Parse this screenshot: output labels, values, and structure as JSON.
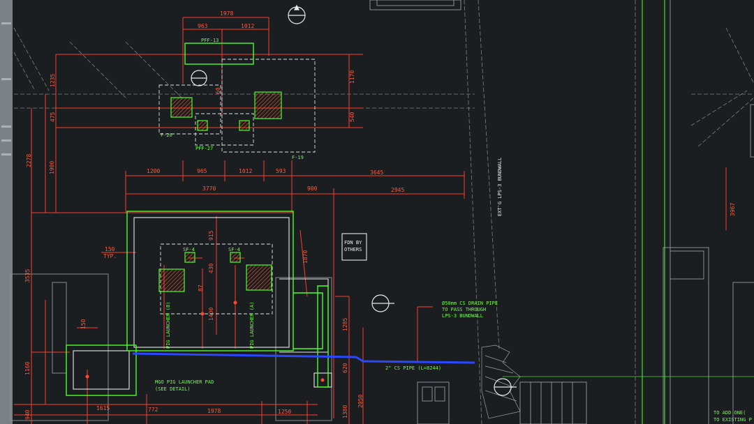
{
  "window": {
    "app": "CAD drawing viewer",
    "accent_colors": {
      "dimension": "#ff4a2a",
      "outline": "#e0e0e0",
      "foundation": "#4cff2a",
      "pipe": "#2a48ff",
      "cyan_note": "#37d6ff"
    }
  },
  "dimensions": {
    "top_1": "1978",
    "top_2": "963",
    "top_3": "1012",
    "v_1235": "1235",
    "v_1170": "1170",
    "v_475": "475",
    "v_540": "540",
    "v_60": "60",
    "v_2278": "2278",
    "v_1900": "1900",
    "row_1200": "1200",
    "row_965": "965",
    "row_1012": "1012",
    "row_593": "593",
    "row_3645": "3645",
    "row_3770": "3770",
    "row_900": "900",
    "row_2945": "2945",
    "v_3967": "3967",
    "v_915": "915",
    "v_430": "430",
    "v_1870": "1870",
    "v_1400": "1400",
    "v_87": "87",
    "v_1285": "1285",
    "v_620": "620",
    "v_1380": "1380",
    "v_2050": "2050",
    "v_3535": "3535",
    "v_1160": "1160",
    "v_940": "940",
    "v_150": "150",
    "typ_150": "150",
    "typ": "TYP.",
    "bottom_1615": "1615",
    "bottom_1978": "1978",
    "bottom_1250": "1250",
    "bottom_772": "772"
  },
  "labels": {
    "pff13": "PFF-13",
    "pff27": "PFF-27",
    "f20": "F-20",
    "f19": "F-19",
    "sf4a": "SF-4",
    "sf4b": "SF-4",
    "fdn_by": "FDN BY",
    "others": "OTHERS",
    "pig_b": "PIG LAUNCHER (B)",
    "pig_a": "PIG LAUNCHER (A)",
    "bundwall": "EXT'G LPS-3 BUNDWALL",
    "drain_1": "Ø50mm CS DRAIN PIPE",
    "drain_2": "TO PASS THROUGH",
    "drain_3": "LPS-3 BUNDWALL",
    "cs_pipe": "2\" CS PIPE (L=8244)",
    "mgo_1": "MGO PIG LAUNCHER PAD",
    "mgo_2": "(SEE DETAIL)",
    "note_1": "TO ADD ONE(",
    "note_2": "TO EXISTING P"
  }
}
